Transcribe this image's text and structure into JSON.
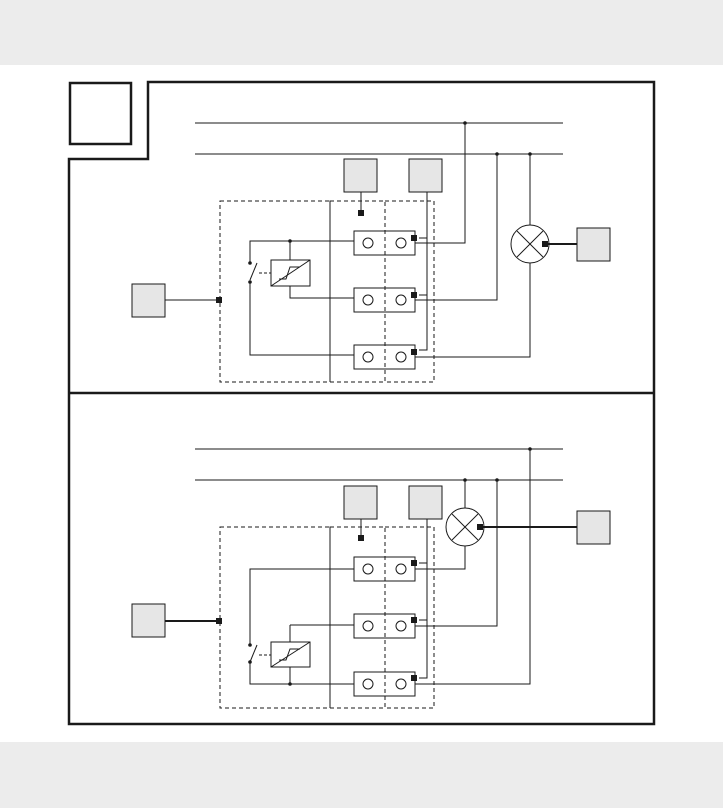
{
  "diagram": {
    "page_background": "#ececec",
    "sheet_background": "#ffffff",
    "stroke_color": "#1a1a1a",
    "block_fill": "#e6e6e6",
    "panels": [
      {
        "id": "top",
        "supply_lines": 2,
        "terminal_blocks": 3,
        "label_boxes": 4,
        "lamp_icon": "lamp-cross-circle-icon",
        "switch_icon": "relay-switch-icon"
      },
      {
        "id": "bottom",
        "supply_lines": 2,
        "terminal_blocks": 3,
        "label_boxes": 4,
        "lamp_icon": "lamp-cross-circle-icon",
        "switch_icon": "relay-switch-icon"
      }
    ]
  }
}
